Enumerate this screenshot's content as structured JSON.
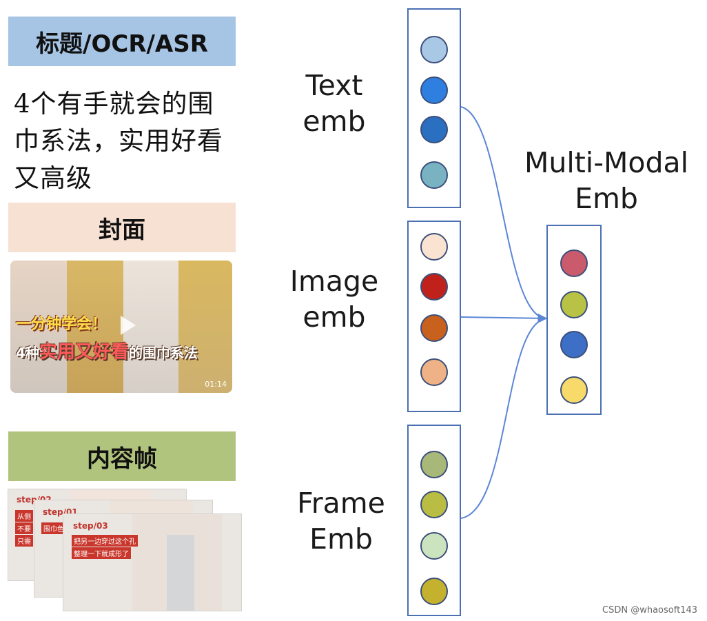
{
  "left": {
    "title_header": "标题/OCR/ASR",
    "title_text": "4个有手就会的围巾系法，实用好看又高级",
    "cover_header": "封面",
    "cover": {
      "line1": "一分钟学会！",
      "line2_prefix": "4种",
      "line2_highlight": "实用又好看",
      "line2_suffix": "的围巾系法",
      "duration": "01:14"
    },
    "frames_header": "内容帧",
    "frames": [
      {
        "step": "step/02",
        "captions": [
          "从侧",
          "不要",
          "只需"
        ]
      },
      {
        "step": "step/01",
        "captions": [
          "围巾色"
        ]
      },
      {
        "step": "step/03",
        "captions": [
          "把另一边穿过这个孔",
          "整理一下就成形了"
        ]
      }
    ]
  },
  "diagram": {
    "text_label": [
      "Text",
      "emb"
    ],
    "image_label": [
      "Image",
      "emb"
    ],
    "frame_label": [
      "Frame",
      "Emb"
    ],
    "mm_label": [
      "Multi-Modal",
      "Emb"
    ],
    "text_colors": [
      "#a9c8e6",
      "#2f7fe0",
      "#2a6fc0",
      "#79b3c2"
    ],
    "image_colors": [
      "#fbe3d2",
      "#c0211b",
      "#c8601e",
      "#efb186"
    ],
    "frame_colors": [
      "#a8b878",
      "#b9bd43",
      "#cce3bf",
      "#c4b12e"
    ],
    "mm_colors": [
      "#c95b6c",
      "#b8c244",
      "#3d6fc6",
      "#f7da6a"
    ],
    "arrow_color": "#5b87d6"
  },
  "watermark": "CSDN @whaosoft143"
}
